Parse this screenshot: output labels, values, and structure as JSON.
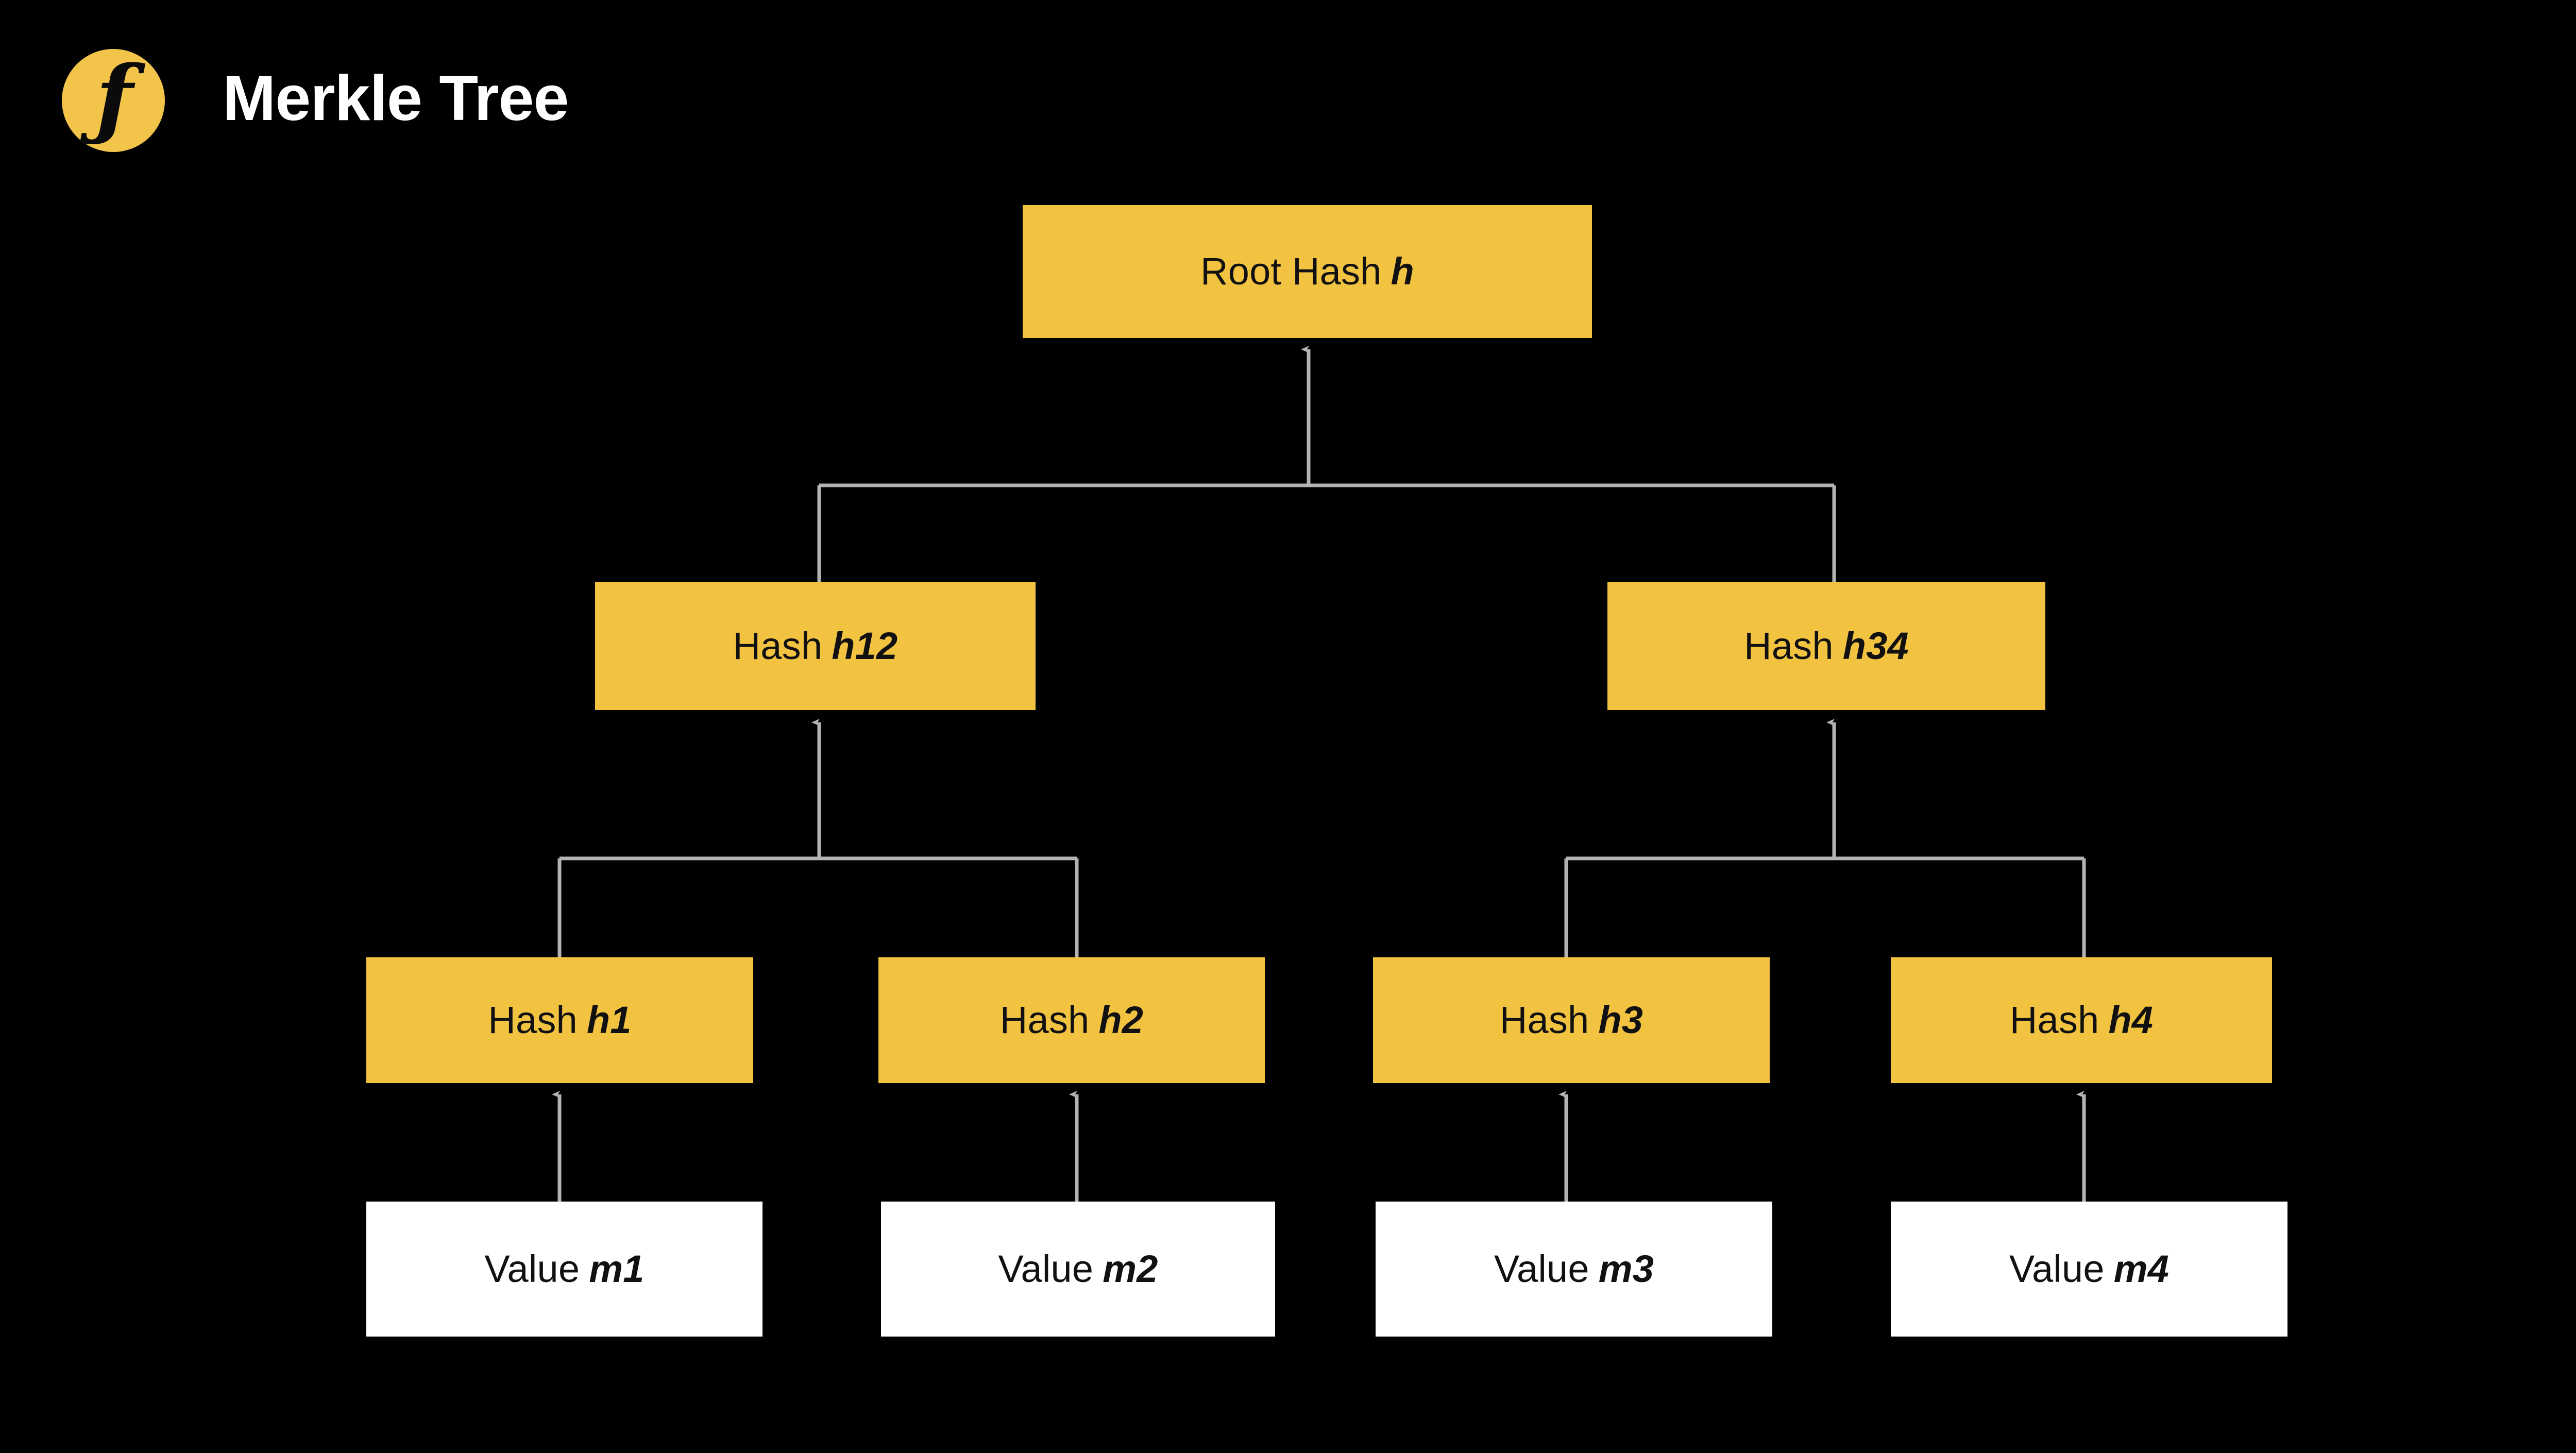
{
  "page": {
    "background_color": "#000000",
    "accent_color": "#F2C241",
    "leaf_color": "#FFFFFF",
    "edge_color": "#B3B3B3",
    "text_color": "#111111"
  },
  "header": {
    "logo_icon": "filecoin-logo-icon",
    "logo_glyph": "ƒ",
    "logo_background": "#F3C44A",
    "title": "Merkle Tree",
    "title_color": "#FFFFFF"
  },
  "diagram": {
    "type": "merkle-tree",
    "levels": [
      {
        "name": "root",
        "nodes": [
          {
            "id": "root",
            "label": "Root Hash",
            "var": "h",
            "kind": "hash"
          }
        ]
      },
      {
        "name": "internal",
        "nodes": [
          {
            "id": "h12",
            "label": "Hash",
            "var": "h12",
            "kind": "hash"
          },
          {
            "id": "h34",
            "label": "Hash",
            "var": "h34",
            "kind": "hash"
          }
        ]
      },
      {
        "name": "leaf-hashes",
        "nodes": [
          {
            "id": "h1",
            "label": "Hash",
            "var": "h1",
            "kind": "hash"
          },
          {
            "id": "h2",
            "label": "Hash",
            "var": "h2",
            "kind": "hash"
          },
          {
            "id": "h3",
            "label": "Hash",
            "var": "h3",
            "kind": "hash"
          },
          {
            "id": "h4",
            "label": "Hash",
            "var": "h4",
            "kind": "hash"
          }
        ]
      },
      {
        "name": "values",
        "nodes": [
          {
            "id": "m1",
            "label": "Value",
            "var": "m1",
            "kind": "value"
          },
          {
            "id": "m2",
            "label": "Value",
            "var": "m2",
            "kind": "value"
          },
          {
            "id": "m3",
            "label": "Value",
            "var": "m3",
            "kind": "value"
          },
          {
            "id": "m4",
            "label": "Value",
            "var": "m4",
            "kind": "value"
          }
        ]
      }
    ],
    "edges": [
      {
        "from": "h12",
        "to": "root",
        "direction": "up"
      },
      {
        "from": "h34",
        "to": "root",
        "direction": "up"
      },
      {
        "from": "h1",
        "to": "h12",
        "direction": "up"
      },
      {
        "from": "h2",
        "to": "h12",
        "direction": "up"
      },
      {
        "from": "h3",
        "to": "h34",
        "direction": "up"
      },
      {
        "from": "h4",
        "to": "h34",
        "direction": "up"
      },
      {
        "from": "m1",
        "to": "h1",
        "direction": "up"
      },
      {
        "from": "m2",
        "to": "h2",
        "direction": "up"
      },
      {
        "from": "m3",
        "to": "h3",
        "direction": "up"
      },
      {
        "from": "m4",
        "to": "h4",
        "direction": "up"
      }
    ]
  }
}
